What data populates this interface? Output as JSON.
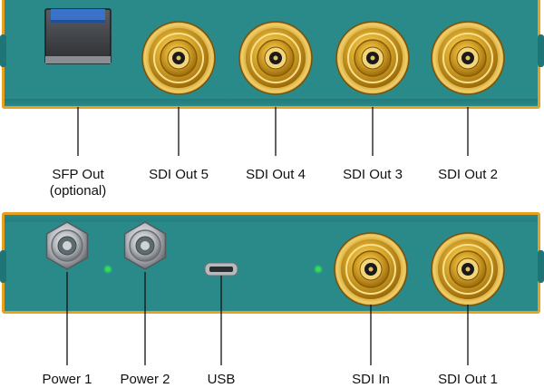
{
  "top_row": [
    {
      "id": "sfp-out",
      "label": "SFP Out",
      "sub": "(optional)",
      "kind": "sfp"
    },
    {
      "id": "sdi-out-5",
      "label": "SDI Out 5",
      "kind": "bnc"
    },
    {
      "id": "sdi-out-4",
      "label": "SDI Out 4",
      "kind": "bnc"
    },
    {
      "id": "sdi-out-3",
      "label": "SDI Out 3",
      "kind": "bnc"
    },
    {
      "id": "sdi-out-2",
      "label": "SDI Out 2",
      "kind": "bnc"
    }
  ],
  "bottom_row": [
    {
      "id": "power-1",
      "label": "Power 1",
      "kind": "power"
    },
    {
      "id": "power-2",
      "label": "Power 2",
      "kind": "power"
    },
    {
      "id": "usb",
      "label": "USB",
      "kind": "usb"
    },
    {
      "id": "sdi-in",
      "label": "SDI In",
      "kind": "bnc"
    },
    {
      "id": "sdi-out-1",
      "label": "SDI Out 1",
      "kind": "bnc"
    }
  ],
  "colors": {
    "panel": "#2a8a8a",
    "trim": "#e8a020",
    "gold": "#d9a21b",
    "led": "#33dd55"
  }
}
